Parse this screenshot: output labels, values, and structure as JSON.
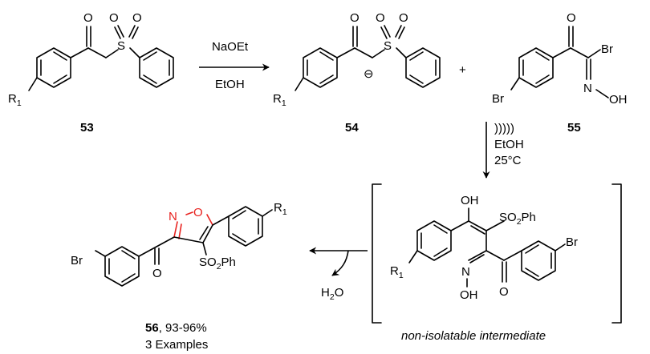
{
  "compounds": {
    "c53": {
      "number": "53",
      "substituent_main": "R",
      "substituent_sub": "1"
    },
    "c54": {
      "number": "54",
      "substituent_main": "R",
      "substituent_sub": "1",
      "charge": "⊖"
    },
    "c55": {
      "number": "55",
      "halogen_top": "Br",
      "halogen_ring": "Br",
      "oxime_n": "N",
      "oxime_oh": "OH",
      "carbonyl_o": "O"
    },
    "c56": {
      "number": "56",
      "yield": ", 93-96%",
      "examples": "3 Examples",
      "ring_n": "N",
      "ring_o": "O",
      "halogen": "Br",
      "carbonyl_o": "O",
      "substituent_main": "R",
      "substituent_sub": "1",
      "sulfonyl_main": "SO",
      "sulfonyl_sub": "2",
      "sulfonyl_tail": "Ph"
    },
    "intermediate": {
      "oh_top": "OH",
      "sulfonyl_main": "SO",
      "sulfonyl_sub": "2",
      "sulfonyl_tail": "Ph",
      "halogen": "Br",
      "oxime_n": "N",
      "oxime_oh": "OH",
      "carbonyl_o": "O",
      "substituent_main": "R",
      "substituent_sub": "1",
      "label": "non-isolatable intermediate"
    }
  },
  "atoms": {
    "sulfur": "S",
    "oxygen": "O"
  },
  "reactions": {
    "step1": {
      "reagent": "NaOEt",
      "solvent": "EtOH"
    },
    "step2": {
      "plus": "+",
      "ultrasound": ")))))",
      "solvent": "EtOH",
      "temperature": "25°C"
    },
    "step3": {
      "byproduct_main": "H",
      "byproduct_sub": "2",
      "byproduct_tail": "O"
    }
  },
  "colors": {
    "highlight": "#e8221f",
    "ink": "#000000"
  }
}
